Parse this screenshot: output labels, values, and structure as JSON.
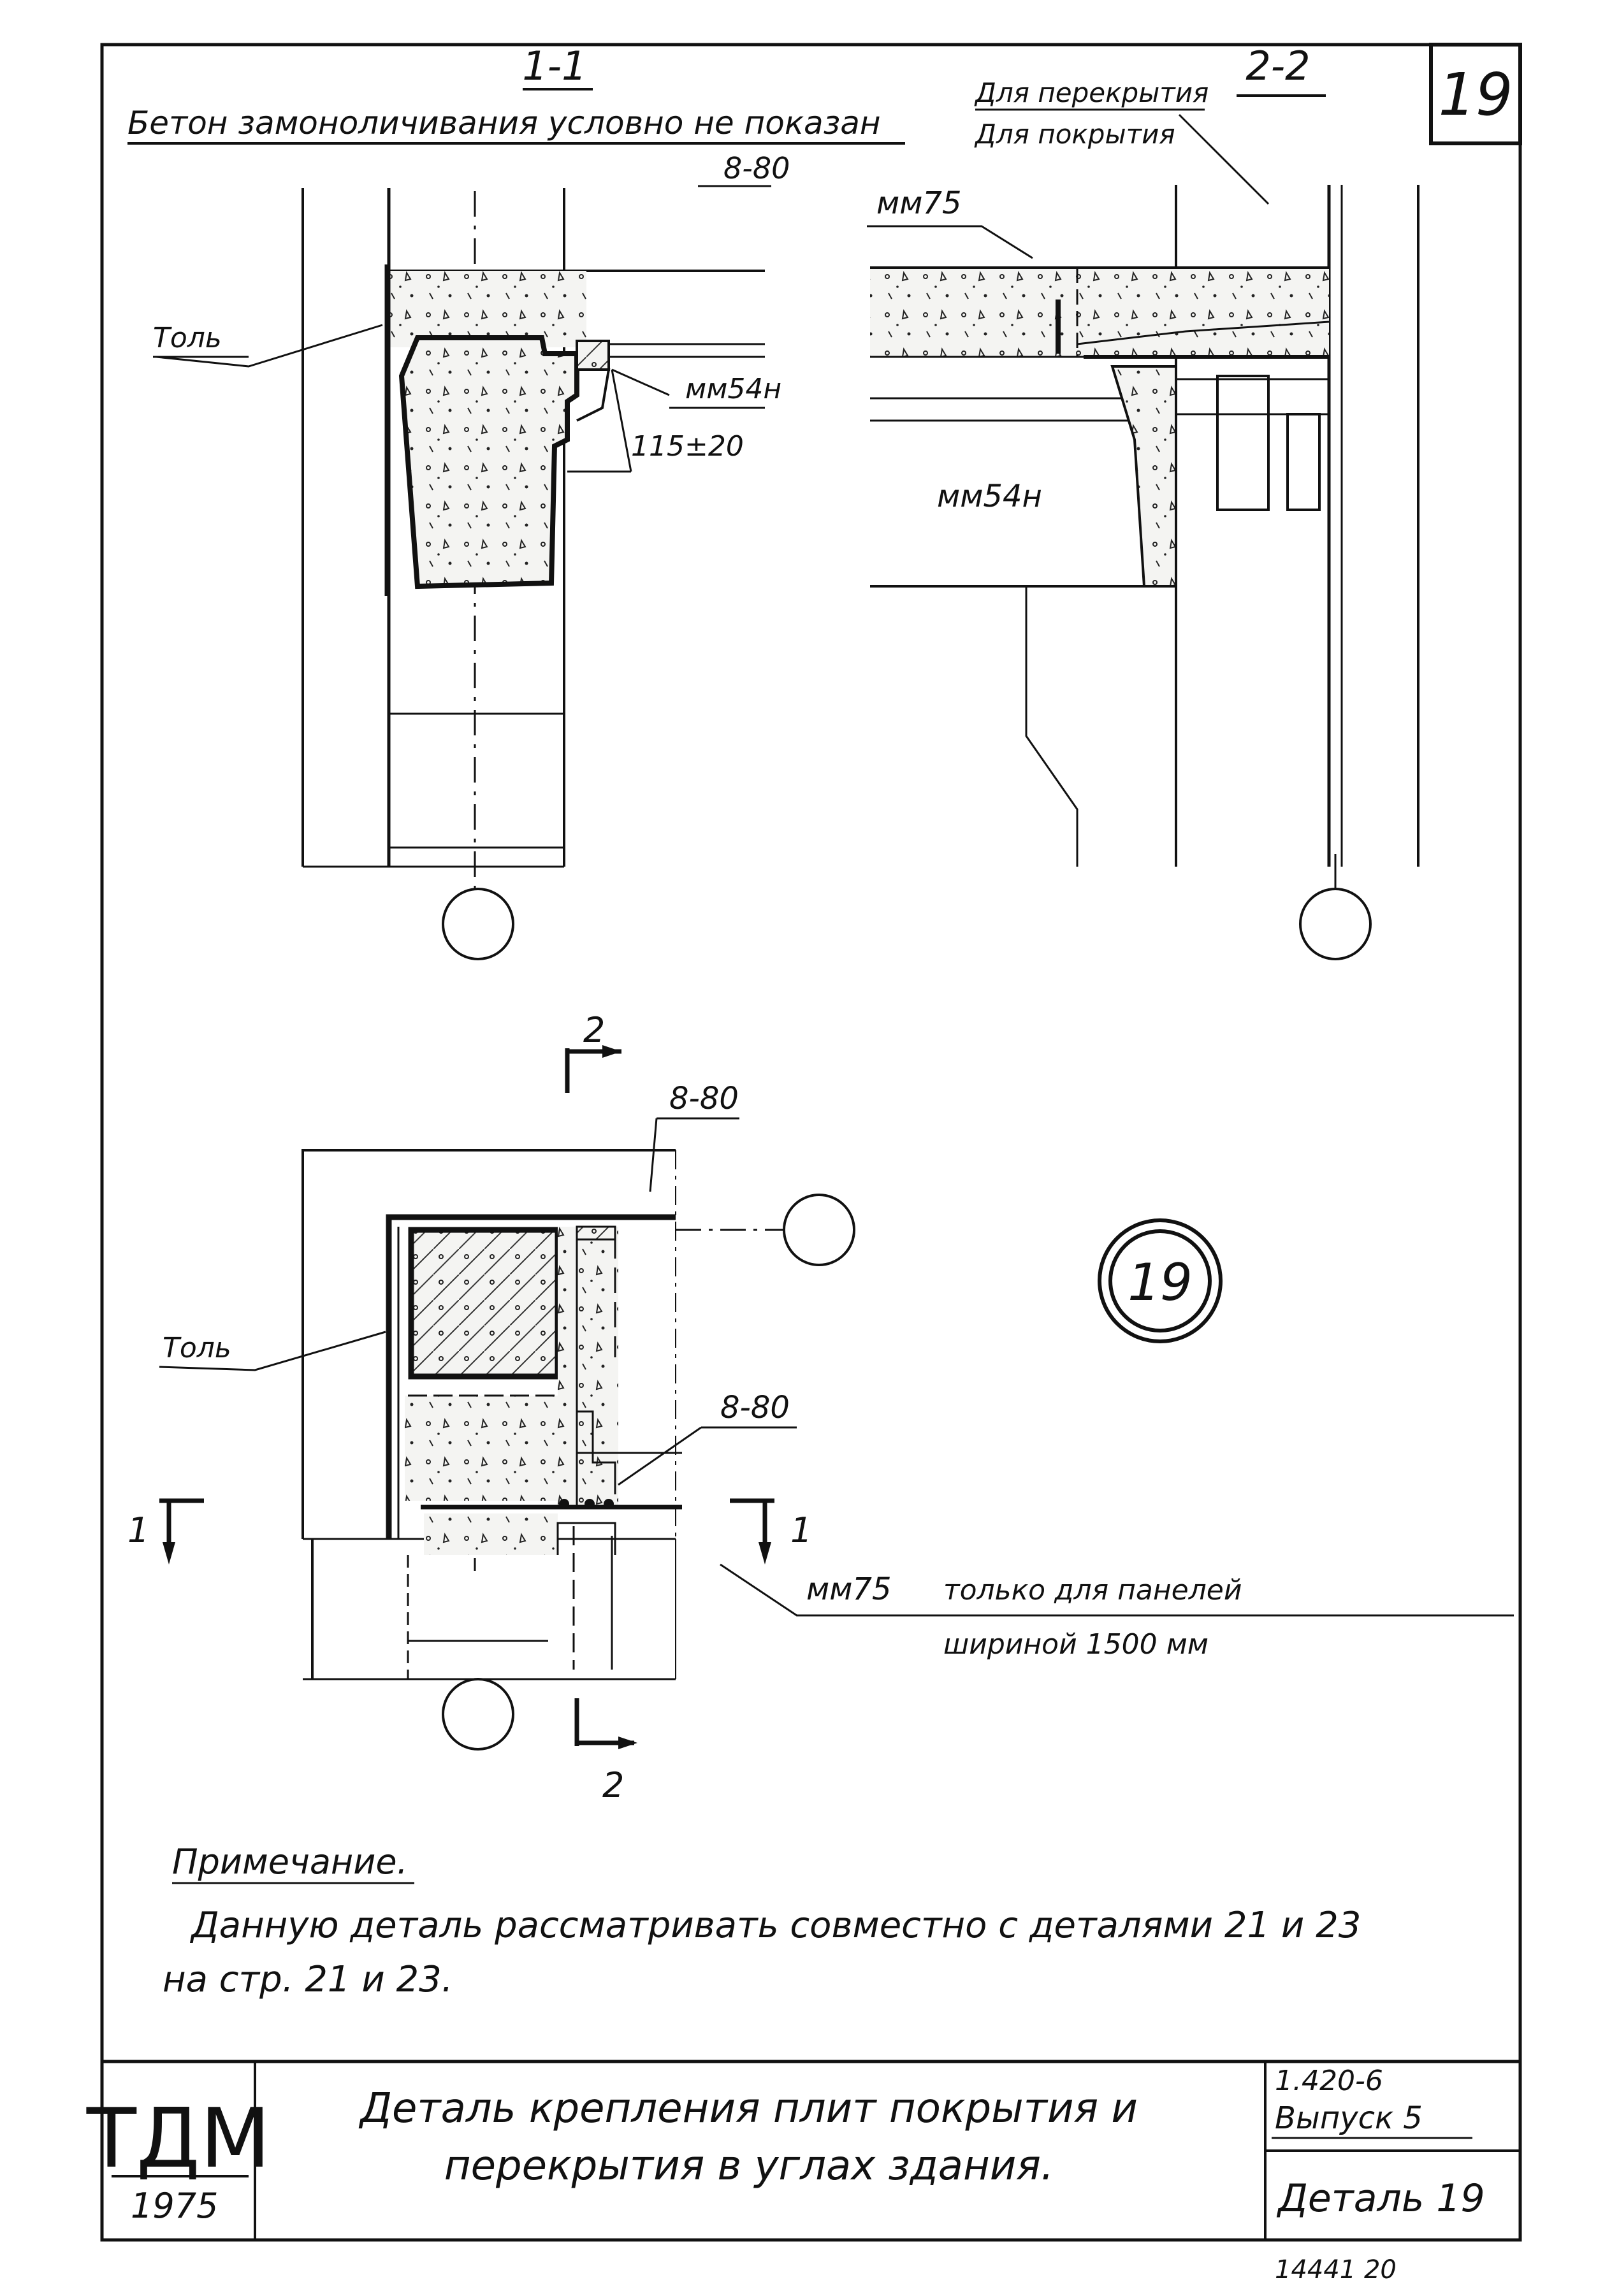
{
  "sheet_number": "19",
  "section_1": {
    "title": "1-1",
    "note": "Бетон замоноличивания условно не показан",
    "top_label": "8-80",
    "tol_label": "Толь",
    "part_label": "мм54н",
    "dimension": "115±20"
  },
  "section_2": {
    "title": "2-2",
    "label_floor": "Для перекрытия",
    "label_roof": "Для покрытия",
    "part_top": "мм75",
    "part_main": "мм54н"
  },
  "plan": {
    "cut_label_2": "2",
    "cut_label_1": "1",
    "label_8_80_top": "8-80",
    "label_8_80_mid": "8-80",
    "tol_label": "Толь",
    "mm75_label": "мм75",
    "mm75_note_line1": "только для панелей",
    "mm75_note_line2": "шириной 1500 мм",
    "detail_number": "19"
  },
  "note": {
    "heading": "Примечание.",
    "line1": "Данную деталь рассматривать совместно с деталями 21 и 23",
    "line2": "на стр. 21 и 23."
  },
  "title_block": {
    "org": "ТДМ",
    "year": "1975",
    "title_line1": "Деталь крепления плит покрытия и",
    "title_line2": "перекрытия в углах здания.",
    "series": "1.420-6",
    "issue": "Выпуск 5",
    "detail": "Деталь 19"
  },
  "footer_stamp": "14441 20"
}
